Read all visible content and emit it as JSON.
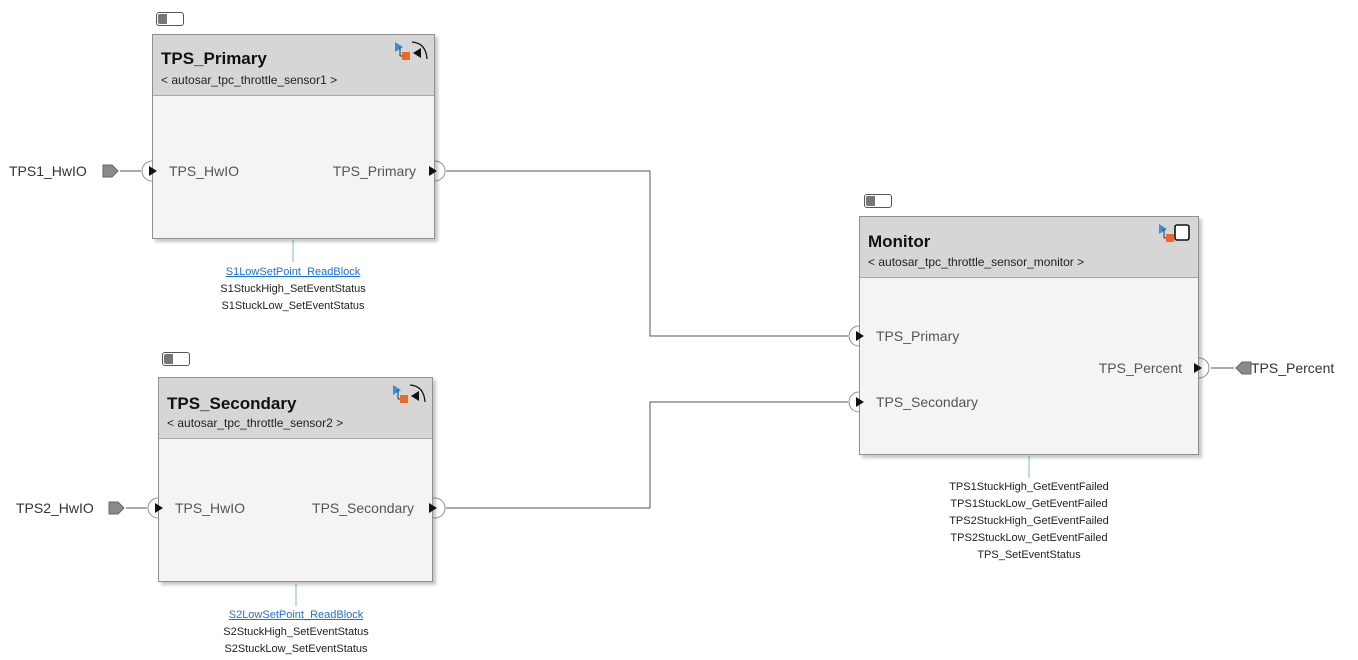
{
  "blocks": {
    "tps_primary": {
      "title": "TPS_Primary",
      "subtitle": "< autosar_tpc_throttle_sensor1 >",
      "in_port": "TPS_HwIO",
      "out_port": "TPS_Primary"
    },
    "tps_secondary": {
      "title": "TPS_Secondary",
      "subtitle": "< autosar_tpc_throttle_sensor2 >",
      "in_port": "TPS_HwIO",
      "out_port": "TPS_Secondary"
    },
    "monitor": {
      "title": "Monitor",
      "subtitle": "< autosar_tpc_throttle_sensor_monitor >",
      "in_port_1": "TPS_Primary",
      "in_port_2": "TPS_Secondary",
      "out_port": "TPS_Percent"
    }
  },
  "external_ports": {
    "tps1_hwio": "TPS1_HwIO",
    "tps2_hwio": "TPS2_HwIO",
    "tps_percent": "TPS_Percent"
  },
  "notes": {
    "primary": {
      "link": "S1LowSetPoint_ReadBlock",
      "lines": [
        "S1StuckHigh_SetEventStatus",
        "S1StuckLow_SetEventStatus"
      ]
    },
    "secondary": {
      "link": "S2LowSetPoint_ReadBlock",
      "lines": [
        "S2StuckHigh_SetEventStatus",
        "S2StuckLow_SetEventStatus"
      ]
    },
    "monitor": {
      "lines": [
        "TPS1StuckHigh_GetEventFailed",
        "TPS1StuckLow_GetEventFailed",
        "TPS2StuckHigh_GetEventFailed",
        "TPS2StuckLow_GetEventFailed",
        "TPS_SetEventStatus"
      ]
    }
  },
  "icons": [
    "variant-toggle-icon",
    "autosar-component-icon",
    "periodic-runnable-icon",
    "block-square-icon",
    "port-arrow-icon",
    "inport-icon",
    "outport-icon"
  ],
  "colors": {
    "header": "#d6d6d6",
    "body": "#f4f4f4",
    "wire": "#555555",
    "link": "#1a73d8",
    "annotation_line": "#9fd6e6",
    "autosar_orange": "#e8692a",
    "autosar_blue": "#3a8fd8"
  }
}
